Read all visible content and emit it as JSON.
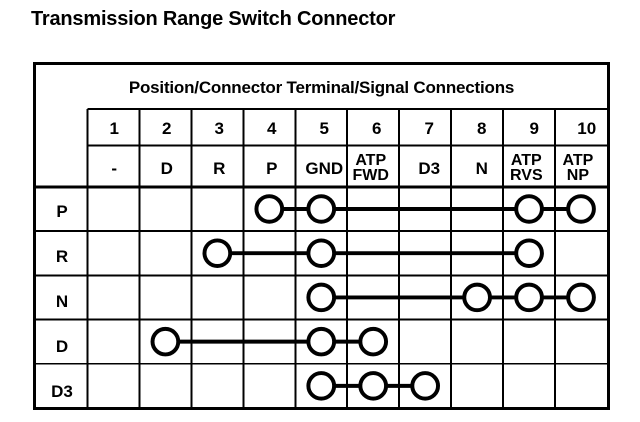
{
  "page": {
    "title": "Transmission Range Switch Connector"
  },
  "table": {
    "banner": "Position/Connector Terminal/Signal Connections",
    "corner_label": "",
    "terminal_numbers": [
      "1",
      "2",
      "3",
      "4",
      "5",
      "6",
      "7",
      "8",
      "9",
      "10"
    ],
    "signal_names": [
      "-",
      "D",
      "R",
      "P",
      "GND",
      "ATP\nFWD",
      "D3",
      "N",
      "ATP\nRVS",
      "ATP\nNP"
    ],
    "row_labels": [
      "P",
      "R",
      "N",
      "D",
      "D3"
    ],
    "connections": [
      {
        "position": "P",
        "terminals": [
          4,
          5,
          9,
          10
        ]
      },
      {
        "position": "R",
        "terminals": [
          3,
          5,
          9
        ]
      },
      {
        "position": "N",
        "terminals": [
          5,
          8,
          9,
          10
        ]
      },
      {
        "position": "D",
        "terminals": [
          2,
          5,
          6
        ]
      },
      {
        "position": "D3",
        "terminals": [
          5,
          6,
          7
        ]
      }
    ]
  },
  "colors": {
    "ink": "#000000",
    "paper": "#ffffff"
  }
}
